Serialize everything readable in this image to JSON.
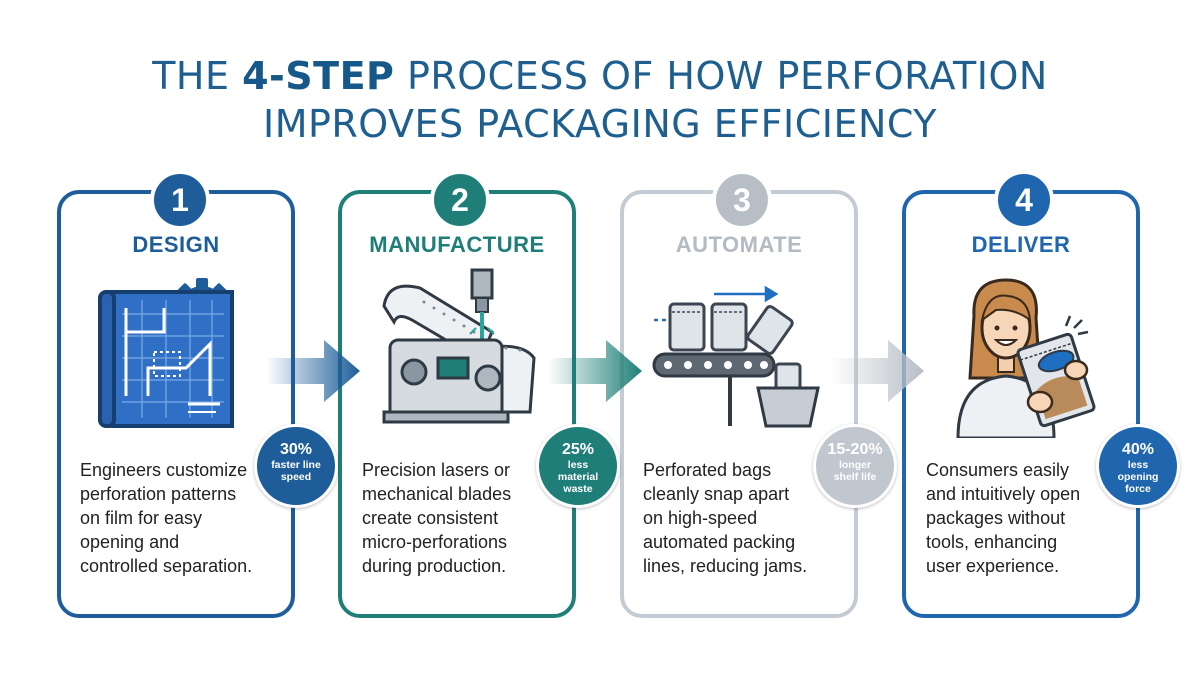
{
  "title": {
    "pre": "THE ",
    "highlight": "4-STEP",
    "line1_rest": " PROCESS OF HOW PERFORATION",
    "line2": "IMPROVES PACKAGING EFFICIENCY"
  },
  "colors": {
    "title": "#1f5f8f",
    "design": "#1e5d99",
    "manufacture": "#1f7f78",
    "automate": "#c1c7ce",
    "deliver": "#1f66ae"
  },
  "steps": [
    {
      "number": "1",
      "title": "DESIGN",
      "icon": "blueprint-gear-icon",
      "desc": [
        "Engineers customize",
        "perforation patterns",
        "on film for easy",
        "opening and",
        "controlled separation."
      ],
      "badge": {
        "value": "30%",
        "label": [
          "faster line",
          "speed"
        ]
      }
    },
    {
      "number": "2",
      "title": "MANUFACTURE",
      "icon": "perforation-machine-icon",
      "desc": [
        "Precision lasers or",
        "mechanical blades",
        "create consistent",
        "micro-perforations",
        "during production."
      ],
      "badge": {
        "value": "25%",
        "label": [
          "less",
          "material",
          "waste"
        ]
      }
    },
    {
      "number": "3",
      "title": "AUTOMATE",
      "icon": "conveyor-bags-icon",
      "desc": [
        "Perforated bags",
        "cleanly snap apart",
        "on high-speed",
        "automated packing",
        "lines, reducing jams."
      ],
      "badge": {
        "value": "15-20%",
        "label": [
          "longer",
          "shelf life"
        ]
      }
    },
    {
      "number": "4",
      "title": "DELIVER",
      "icon": "consumer-opening-bag-icon",
      "desc": [
        "Consumers easily",
        "and intuitively open",
        "packages without",
        "tools, enhancing",
        "user experience."
      ],
      "badge": {
        "value": "40%",
        "label": [
          "less",
          "opening",
          "force"
        ]
      }
    }
  ]
}
